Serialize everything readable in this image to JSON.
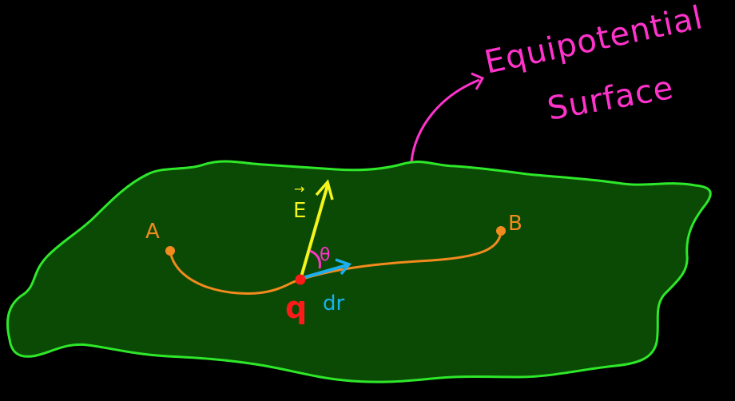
{
  "caption": {
    "line1": "Equipotential",
    "line2": "Surface"
  },
  "labels": {
    "point_a": "A",
    "point_b": "B",
    "field": "E",
    "field_arrow_mark": "→",
    "angle": "θ",
    "displacement": "dr",
    "charge": "q"
  },
  "colors": {
    "background": "#000000",
    "surface_fill": "#0b4a05",
    "surface_outline": "#2ee82a",
    "caption": "#ff33cc",
    "path": "#f28a1e",
    "field_vector": "#f5f51c",
    "displacement_vector": "#1ab0f0",
    "charge": "#ff1a1a",
    "angle": "#ff33cc"
  }
}
